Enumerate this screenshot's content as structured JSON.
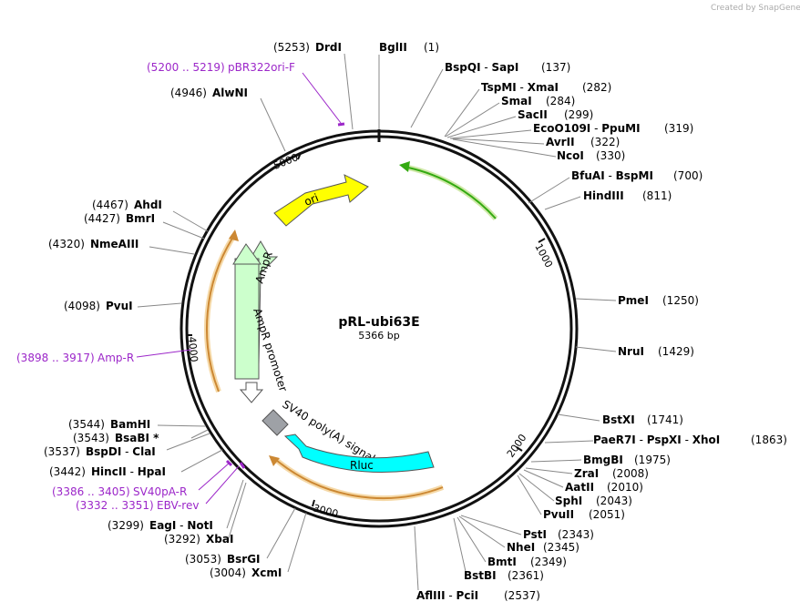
{
  "credit": "Created by SnapGene",
  "plasmid": {
    "name": "pRL-ubi63E",
    "length_label": "5366 bp",
    "length": 5366
  },
  "ticks": [
    {
      "pos": 1000,
      "label": "1000"
    },
    {
      "pos": 2000,
      "label": "2000"
    },
    {
      "pos": 3000,
      "label": "3000"
    },
    {
      "pos": 4000,
      "label": "4000"
    },
    {
      "pos": 5000,
      "label": "5000"
    }
  ],
  "features": [
    {
      "name": "ori",
      "label": "ori",
      "color": "#ffff00",
      "type": "arrow"
    },
    {
      "name": "ampr",
      "label": "AmpR",
      "color": "#ccffcc",
      "type": "arrow"
    },
    {
      "name": "ampr-promoter",
      "label": "AmpR promoter",
      "color": "#ffffff",
      "type": "arrow"
    },
    {
      "name": "sv40-polya",
      "label": "SV40 poly(A) signal",
      "color": "#9ea1a6",
      "type": "box"
    },
    {
      "name": "rluc",
      "label": "Rluc",
      "color": "#00ffff",
      "type": "arrow"
    },
    {
      "name": "green-orf",
      "label": "",
      "color": "#33aa11",
      "type": "thin-arrow"
    },
    {
      "name": "orange-orf-1",
      "label": "",
      "color": "#cc8833",
      "type": "thin-arrow"
    },
    {
      "name": "orange-orf-2",
      "label": "",
      "color": "#cc8833",
      "type": "thin-arrow"
    }
  ],
  "enzymes_right": [
    {
      "id": "bglii",
      "name": "BglII",
      "pos": "(1)"
    },
    {
      "id": "bspqi",
      "name": "BspQI",
      "sep": " - ",
      "name2": "SapI",
      "pos": "(137)"
    },
    {
      "id": "tspmi",
      "name": "TspMI",
      "sep": " - ",
      "name2": "XmaI",
      "pos": "(282)"
    },
    {
      "id": "smai",
      "name": "SmaI",
      "pos": "(284)"
    },
    {
      "id": "sacii",
      "name": "SacII",
      "pos": "(299)"
    },
    {
      "id": "ecoo109i",
      "name": "EcoO109I",
      "sep": " - ",
      "name2": "PpuMI",
      "pos": "(319)"
    },
    {
      "id": "avrii",
      "name": "AvrII",
      "pos": "(322)"
    },
    {
      "id": "ncoi",
      "name": "NcoI",
      "pos": "(330)"
    },
    {
      "id": "bfuai",
      "name": "BfuAI",
      "sep": " - ",
      "name2": "BspMI",
      "pos": "(700)"
    },
    {
      "id": "hindiii",
      "name": "HindIII",
      "pos": "(811)"
    },
    {
      "id": "pmei",
      "name": "PmeI",
      "pos": "(1250)"
    },
    {
      "id": "nrui",
      "name": "NruI",
      "pos": "(1429)"
    },
    {
      "id": "bstxi",
      "name": "BstXI",
      "pos": "(1741)"
    },
    {
      "id": "paer7i",
      "name": "PaeR7I",
      "sep": " - ",
      "name2": "PspXI",
      "sep2": " - ",
      "name3": "XhoI",
      "pos": "(1863)"
    },
    {
      "id": "bmgbi",
      "name": "BmgBI",
      "pos": "(1975)"
    },
    {
      "id": "zrai",
      "name": "ZraI",
      "pos": "(2008)"
    },
    {
      "id": "aatii",
      "name": "AatII",
      "pos": "(2010)"
    },
    {
      "id": "sphi",
      "name": "SphI",
      "pos": "(2043)"
    },
    {
      "id": "pvuii",
      "name": "PvuII",
      "pos": "(2051)"
    },
    {
      "id": "psti",
      "name": "PstI",
      "pos": "(2343)"
    },
    {
      "id": "nhei",
      "name": "NheI",
      "pos": "(2345)"
    },
    {
      "id": "bmti",
      "name": "BmtI",
      "pos": "(2349)"
    },
    {
      "id": "bstbi",
      "name": "BstBI",
      "pos": "(2361)"
    },
    {
      "id": "afliii",
      "name": "AflIII",
      "sep": " - ",
      "name2": "PciI",
      "pos": "(2537)"
    }
  ],
  "enzymes_left": [
    {
      "id": "drdi",
      "name": "DrdI",
      "pos": "(5253)"
    },
    {
      "id": "alwni",
      "name": "AlwNI",
      "pos": "(4946)"
    },
    {
      "id": "ahdi",
      "name": "AhdI",
      "pos": "(4467)"
    },
    {
      "id": "bmri",
      "name": "BmrI",
      "pos": "(4427)"
    },
    {
      "id": "nmeaiii",
      "name": "NmeAIII",
      "pos": "(4320)"
    },
    {
      "id": "pvui",
      "name": "PvuI",
      "pos": "(4098)"
    },
    {
      "id": "bamhi",
      "name": "BamHI",
      "pos": "(3544)"
    },
    {
      "id": "bsabi",
      "name": "BsaBI *",
      "pos": "(3543)"
    },
    {
      "id": "bspdi",
      "name": "BspDI",
      "sep": " - ",
      "name2": "ClaI",
      "pos": "(3537)"
    },
    {
      "id": "hincii",
      "name": "HincII",
      "sep": " - ",
      "name2": "HpaI",
      "pos": "(3442)"
    },
    {
      "id": "eagi",
      "name": "EagI",
      "sep": " - ",
      "name2": "NotI",
      "pos": "(3299)"
    },
    {
      "id": "xbai",
      "name": "XbaI",
      "pos": "(3292)"
    },
    {
      "id": "bsrgi",
      "name": "BsrGI",
      "pos": "(3053)"
    },
    {
      "id": "xcmi",
      "name": "XcmI",
      "pos": "(3004)"
    }
  ],
  "primers": [
    {
      "id": "pbr322ori-f",
      "range": "(5200 .. 5219)",
      "name": "pBR322ori-F"
    },
    {
      "id": "amp-r",
      "range": "(3898 .. 3917)",
      "name": "Amp-R"
    },
    {
      "id": "sv40pa-r",
      "range": "(3386 .. 3405)",
      "name": "SV40pA-R"
    },
    {
      "id": "ebv-rev",
      "range": "(3332 .. 3351)",
      "name": "EBV-rev"
    }
  ],
  "colors": {
    "backbone": "#111111",
    "primer": "#9c27c9",
    "leader": "#888888"
  }
}
